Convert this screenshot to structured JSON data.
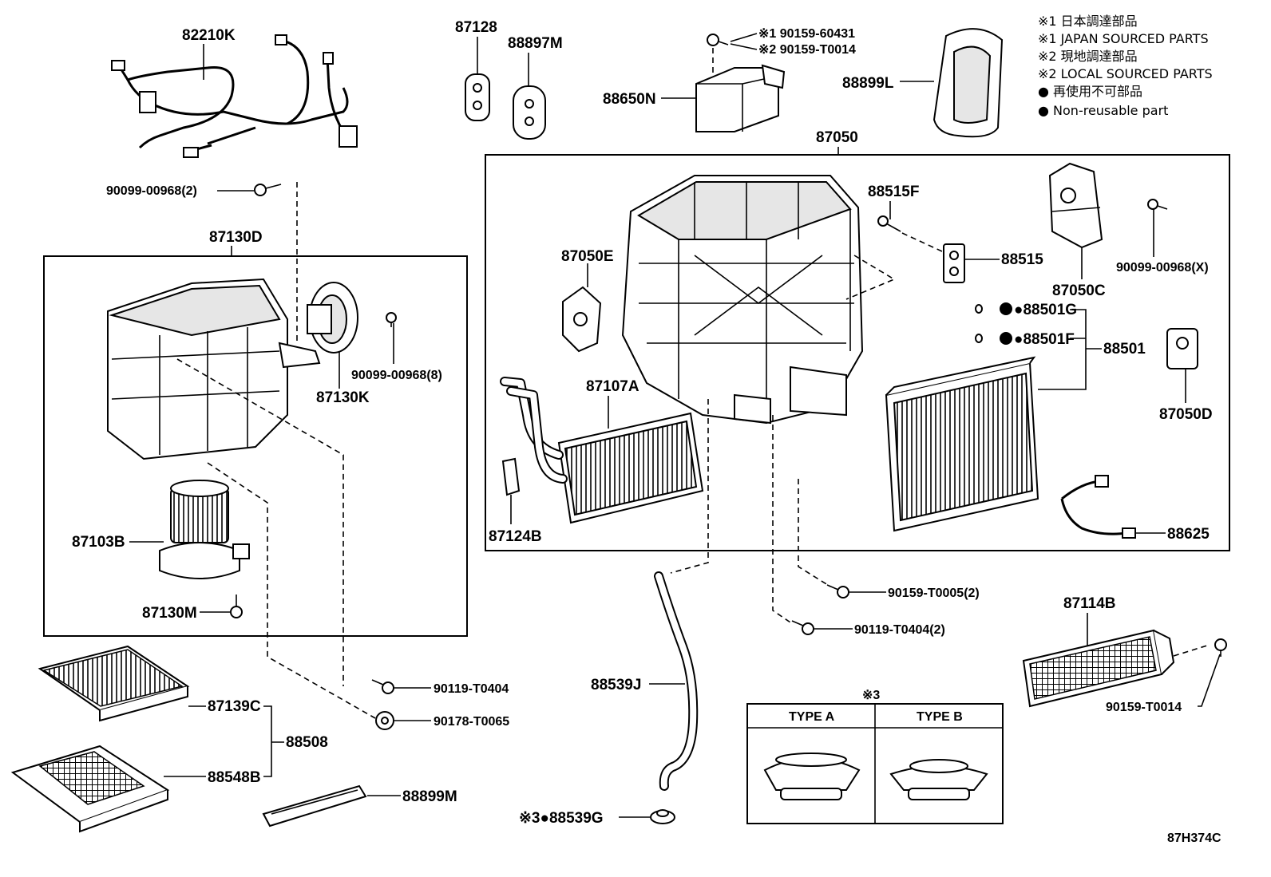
{
  "legend": {
    "line1": "※1 日本調達部品",
    "line2": "※1 JAPAN SOURCED PARTS",
    "line3": "※2 現地調達部品",
    "line4": "※2 LOCAL SOURCED PARTS",
    "line5": "● 再使用不可部品",
    "line6": "● Non-reusable part"
  },
  "parts": {
    "p82210K": "82210K",
    "p87128": "87128",
    "p88897M": "88897M",
    "p90159_60431": "※1 90159-60431",
    "p90159_T0014_top": "※2 90159-T0014",
    "p88650N": "88650N",
    "p88899L": "88899L",
    "p87050": "87050",
    "p90099_00968_2": "90099-00968(2)",
    "p87130D": "87130D",
    "p87050E": "87050E",
    "p88515F": "88515F",
    "p88515": "88515",
    "p87050C": "87050C",
    "p90099_00968_X": "90099-00968(X)",
    "p88501G": "●88501G",
    "p88501F": "●88501F",
    "p88501": "88501",
    "p87130K": "87130K",
    "p90099_00968_8": "90099-00968(8)",
    "p87107A": "87107A",
    "p87050D": "87050D",
    "p87103B": "87103B",
    "p87124B": "87124B",
    "p88625": "88625",
    "p87130M": "87130M",
    "p90159_T0005": "90159-T0005(2)",
    "p90119_T0404_2": "90119-T0404(2)",
    "p87114B": "87114B",
    "p90119_T0404": "90119-T0404",
    "p88539J": "88539J",
    "p87139C": "87139C",
    "p88508": "88508",
    "p90178_T0065": "90178-T0065",
    "p90159_T0014": "90159-T0014",
    "p88548B": "88548B",
    "p88899M": "88899M",
    "p88539G": "※3●88539G"
  },
  "types": {
    "mark": "※3",
    "type_a": "TYPE A",
    "type_b": "TYPE B"
  },
  "figure_code": "87H374C"
}
